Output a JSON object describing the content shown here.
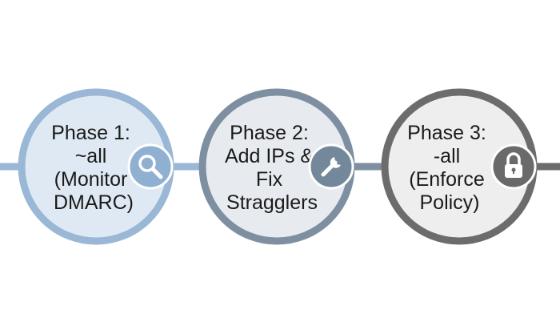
{
  "phases": [
    {
      "lines": [
        "Phase 1:",
        "~all",
        "(Monitor",
        "DMARC)"
      ],
      "icon": "magnifier-icon",
      "ring_color": "#9ab7d6",
      "fill_color": "#dfe9f3",
      "connector_color": "#9ab7d6",
      "badge_color": "#8fb0d0"
    },
    {
      "lines": [
        "Phase 2:",
        "Add IPs &",
        "Fix",
        "Stragglers"
      ],
      "icon": "wrench-icon",
      "ring_color": "#7d8fa1",
      "fill_color": "#e7ebef",
      "connector_color": "#7d8fa1",
      "badge_color": "#74889c"
    },
    {
      "lines": [
        "Phase 3:",
        "-all",
        "(Enforce",
        "Policy)"
      ],
      "icon": "padlock-icon",
      "ring_color": "#6c6c6c",
      "fill_color": "#eeeeee",
      "connector_color": "#6c6c6c",
      "badge_color": "#6a6a6a"
    }
  ]
}
